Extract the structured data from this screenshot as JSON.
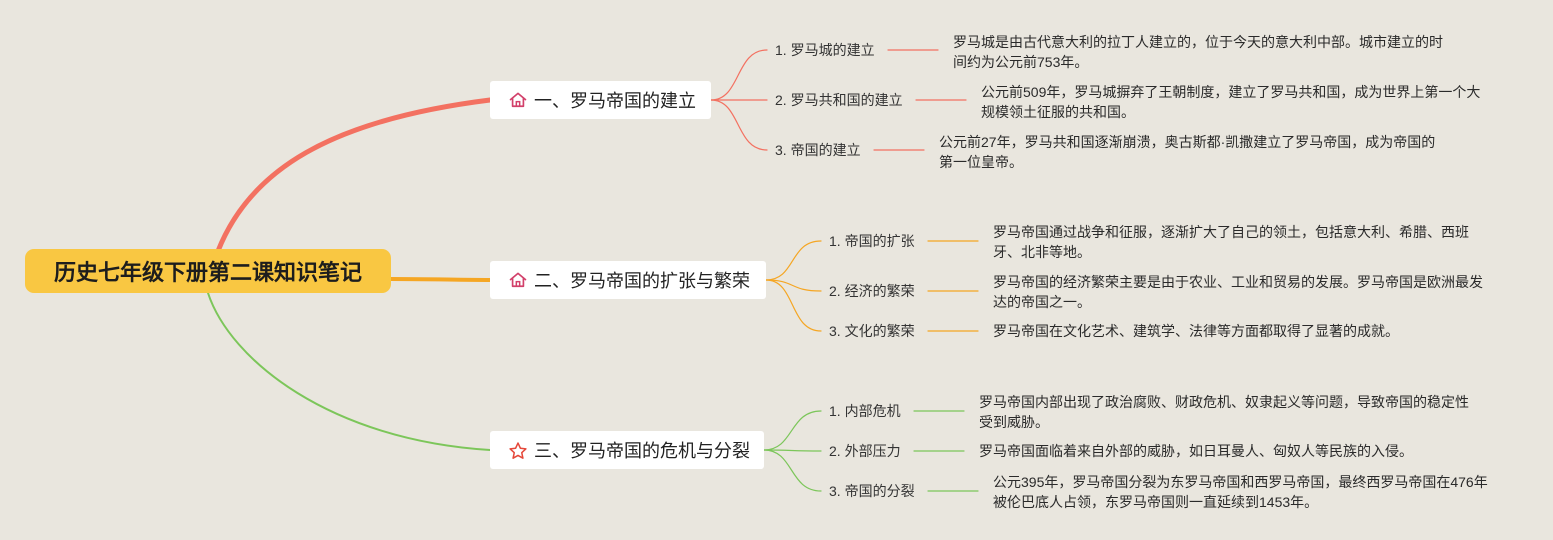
{
  "root": {
    "title": "历史七年级下册第二课知识笔记",
    "color": "#f9c742"
  },
  "sections": [
    {
      "title": "一、罗马帝国的建立",
      "icon": "home-icon",
      "color": "#f37161",
      "items": [
        {
          "topic": "1. 罗马城的建立",
          "note": [
            "罗马城是由古代意大利的拉丁人建立的，位于今天的意大利中部。城市建立的时",
            "间约为公元前753年。"
          ]
        },
        {
          "topic": "2. 罗马共和国的建立",
          "note": [
            "公元前509年，罗马城摒弃了王朝制度，建立了罗马共和国，成为世界上第一个大",
            "规模领土征服的共和国。"
          ]
        },
        {
          "topic": "3. 帝国的建立",
          "note": [
            "公元前27年，罗马共和国逐渐崩溃，奥古斯都·凯撒建立了罗马帝国，成为帝国的",
            "第一位皇帝。"
          ]
        }
      ]
    },
    {
      "title": "二、罗马帝国的扩张与繁荣",
      "icon": "home-icon",
      "color": "#f5a623",
      "items": [
        {
          "topic": "1. 帝国的扩张",
          "note": [
            "罗马帝国通过战争和征服，逐渐扩大了自己的领土，包括意大利、希腊、西班",
            "牙、北非等地。"
          ]
        },
        {
          "topic": "2. 经济的繁荣",
          "note": [
            "罗马帝国的经济繁荣主要是由于农业、工业和贸易的发展。罗马帝国是欧洲最发",
            "达的帝国之一。"
          ]
        },
        {
          "topic": "3. 文化的繁荣",
          "note": [
            "罗马帝国在文化艺术、建筑学、法律等方面都取得了显著的成就。"
          ]
        }
      ]
    },
    {
      "title": "三、罗马帝国的危机与分裂",
      "icon": "star-icon",
      "color": "#7cc65a",
      "items": [
        {
          "topic": "1. 内部危机",
          "note": [
            "罗马帝国内部出现了政治腐败、财政危机、奴隶起义等问题，导致帝国的稳定性",
            "受到威胁。"
          ]
        },
        {
          "topic": "2. 外部压力",
          "note": [
            "罗马帝国面临着来自外部的威胁，如日耳曼人、匈奴人等民族的入侵。"
          ]
        },
        {
          "topic": "3. 帝国的分裂",
          "note": [
            "公元395年，罗马帝国分裂为东罗马帝国和西罗马帝国，最终西罗马帝国在476年",
            "被伦巴底人占领，东罗马帝国则一直延续到1453年。"
          ]
        }
      ]
    }
  ]
}
